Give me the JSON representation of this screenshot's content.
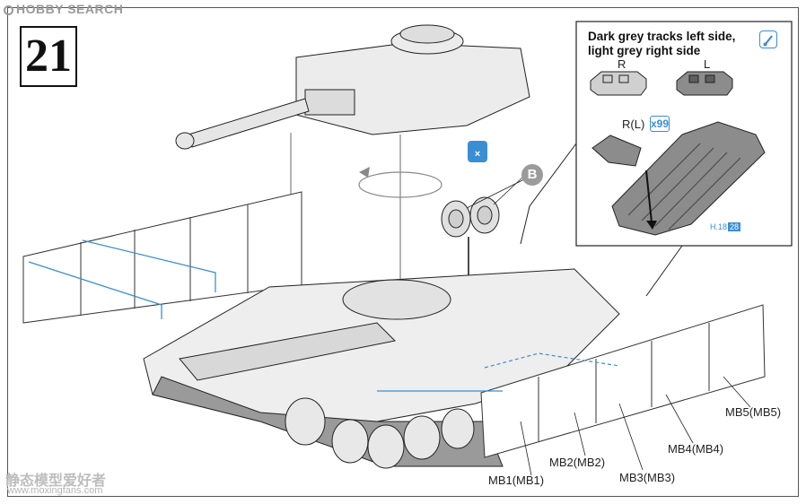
{
  "watermark": {
    "site_name": "HOBBY SEARCH",
    "bottom_cn": "静态模型爱好者",
    "bottom_url": "www.moxingfans.com"
  },
  "step": {
    "number": "21"
  },
  "note": {
    "line1": "Dark grey tracks left side,",
    "line2": "light grey right side"
  },
  "track_labels": {
    "right": "R",
    "left": "L",
    "rl": "R(L)",
    "quantity": "x99",
    "part_prefix": "H.18",
    "part_num": "28"
  },
  "callout": {
    "letter": "B"
  },
  "skirts": [
    {
      "label": "MB1(MB1)"
    },
    {
      "label": "MB2(MB2)"
    },
    {
      "label": "MB3(MB3)"
    },
    {
      "label": "MB4(MB4)"
    },
    {
      "label": "MB5(MB5)"
    }
  ],
  "colors": {
    "accent_blue": "#3a8ed3",
    "line_dark": "#222222",
    "track_grey": "#8c8c8c"
  },
  "icons": [
    "paint-brush-icon",
    "glue-icon",
    "rotate-arrow-icon"
  ]
}
